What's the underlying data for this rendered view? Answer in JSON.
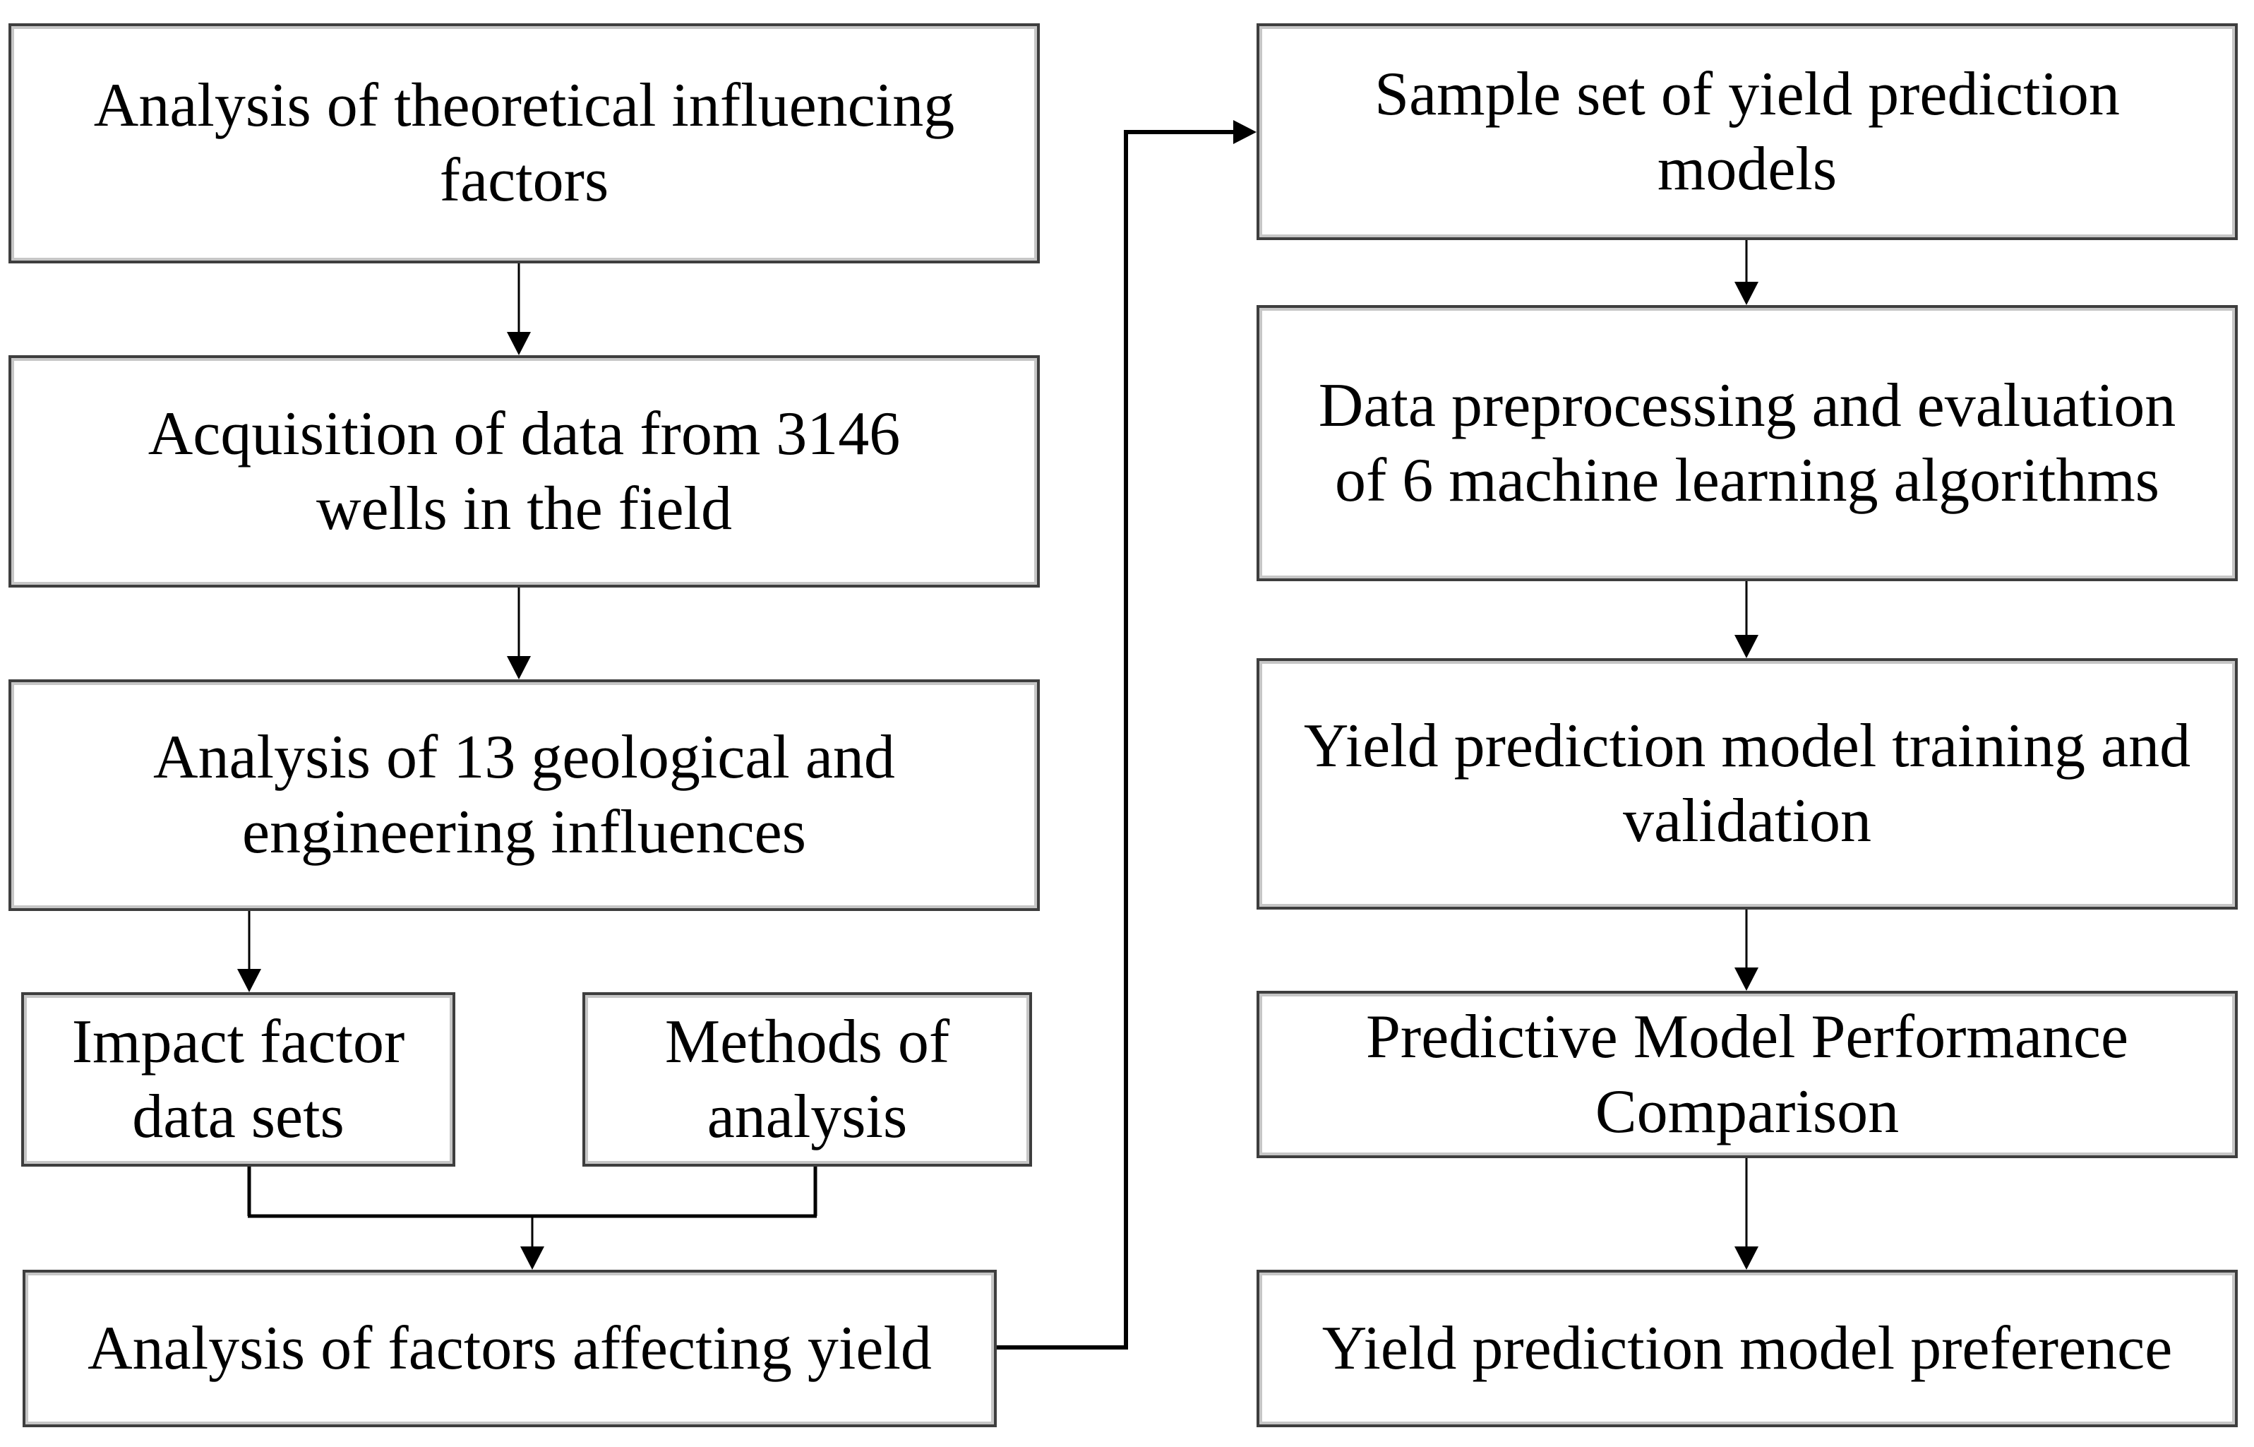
{
  "diagram": {
    "type": "flowchart",
    "colors": {
      "background": "#ffffff",
      "box_fill": "#ffffff",
      "box_border_dark": "#3e3e3e",
      "box_border_inner_highlight": "#c6c6c6",
      "connector_line": "#000000",
      "text": "#000000"
    },
    "boxes": {
      "l1": {
        "label": "Analysis of theoretical influencing factors",
        "lines": [
          "Analysis of theoretical influencing",
          "factors"
        ]
      },
      "l2": {
        "label": "Acquisition of data from 3146 wells in the field",
        "lines": [
          "Acquisition of data from 3146",
          "wells in the field"
        ]
      },
      "l3": {
        "label": "Analysis of 13 geological and engineering influences",
        "lines": [
          "Analysis of 13 geological and",
          "engineering influences"
        ]
      },
      "l4a": {
        "label": "Impact factor data sets",
        "lines": [
          "Impact factor",
          "data sets"
        ]
      },
      "l4b": {
        "label": "Methods of analysis",
        "lines": [
          "Methods of",
          "analysis"
        ]
      },
      "l5": {
        "label": "Analysis of factors affecting yield",
        "lines": [
          "Analysis of factors affecting yield"
        ]
      },
      "r1": {
        "label": "Sample set of yield prediction models",
        "lines": [
          "Sample set of yield prediction",
          "models"
        ]
      },
      "r2": {
        "label": "Data preprocessing and evaluation of 6 machine learning algorithms",
        "lines": [
          "Data preprocessing and evaluation",
          "of 6 machine learning algorithms"
        ]
      },
      "r3": {
        "label": "Yield prediction model training and validation",
        "lines": [
          "Yield prediction model training and",
          "validation"
        ]
      },
      "r4": {
        "label": "Predictive Model Performance Comparison",
        "lines": [
          "Predictive Model Performance",
          "Comparison"
        ]
      },
      "r5": {
        "label": "Yield prediction model preference",
        "lines": [
          "Yield prediction model preference"
        ]
      }
    },
    "edges": [
      {
        "from": "analysis-of-theoretical-influencing-factors",
        "to": "acquisition-of-data-from-3146-wells"
      },
      {
        "from": "acquisition-of-data-from-3146-wells",
        "to": "analysis-of-13-geological-and-engineering-influences"
      },
      {
        "from": "analysis-of-13-geological-and-engineering-influences",
        "to": "impact-factor-data-sets"
      },
      {
        "from": "impact-factor-data-sets",
        "to": "analysis-of-factors-affecting-yield"
      },
      {
        "from": "methods-of-analysis",
        "to": "analysis-of-factors-affecting-yield"
      },
      {
        "from": "analysis-of-factors-affecting-yield",
        "to": "sample-set-of-yield-prediction-models"
      },
      {
        "from": "sample-set-of-yield-prediction-models",
        "to": "data-preprocessing-and-evaluation-of-6-ml-algorithms"
      },
      {
        "from": "data-preprocessing-and-evaluation-of-6-ml-algorithms",
        "to": "yield-prediction-model-training-and-validation"
      },
      {
        "from": "yield-prediction-model-training-and-validation",
        "to": "predictive-model-performance-comparison"
      },
      {
        "from": "predictive-model-performance-comparison",
        "to": "yield-prediction-model-preference"
      }
    ]
  }
}
